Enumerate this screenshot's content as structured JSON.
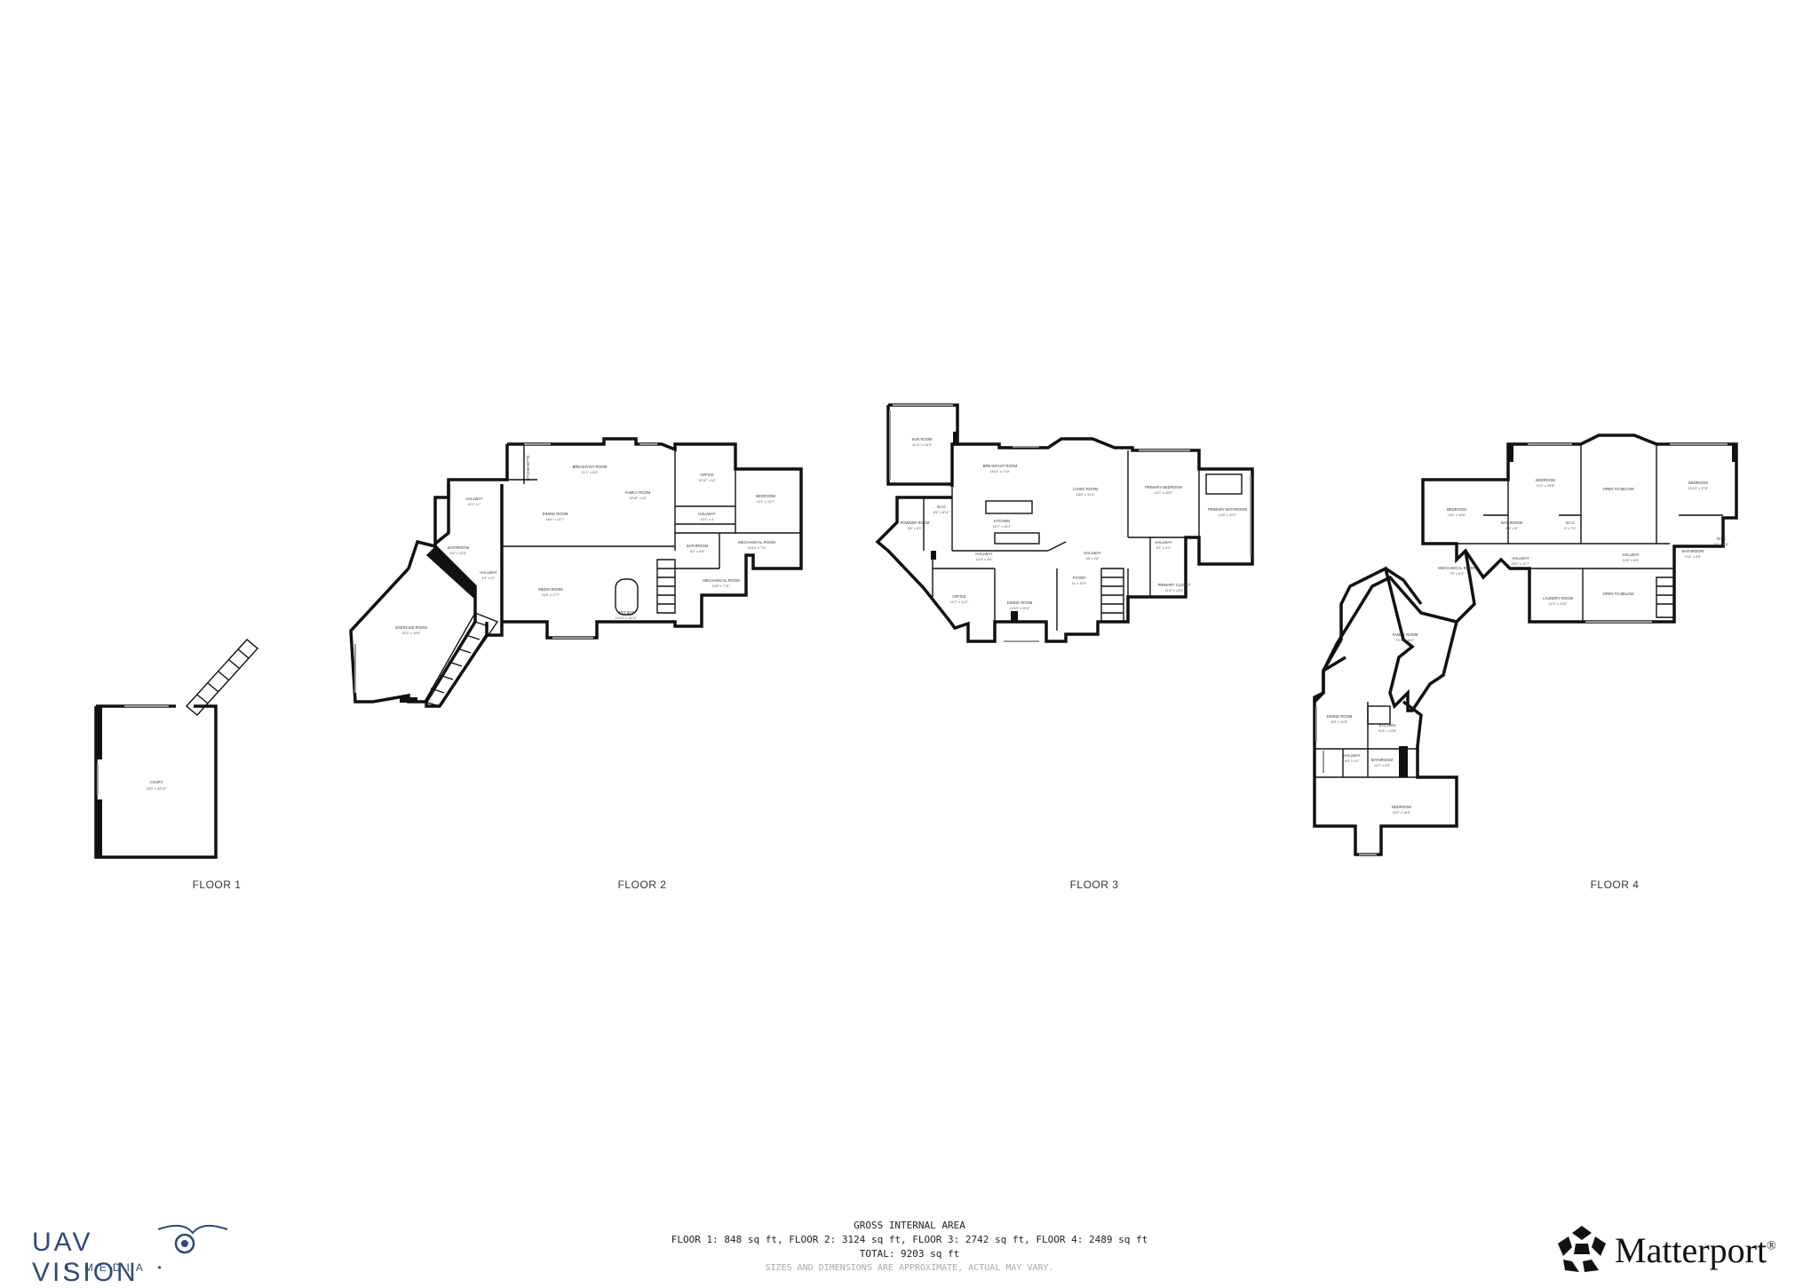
{
  "floors": [
    {
      "label": "FLOOR 1"
    },
    {
      "label": "FLOOR 2"
    },
    {
      "label": "FLOOR 3"
    },
    {
      "label": "FLOOR 4"
    }
  ],
  "rooms": {
    "f1_court": {
      "name": "COURT",
      "dim": "33'3\" x 33'10\""
    },
    "f2_breakfast": {
      "name": "BREAKFAST ROOM",
      "dim": "11'1\" x 8'0\""
    },
    "f2_family": {
      "name": "FAMILY ROOM",
      "dim": "19'10\" x 20'"
    },
    "f2_office": {
      "name": "OFFICE",
      "dim": "10'10\" x 12'"
    },
    "f2_bedroom": {
      "name": "BEDROOM",
      "dim": "12'1\" x 13'7\""
    },
    "f2_dining": {
      "name": "DINING ROOM",
      "dim": "16'4\" x 13'7\""
    },
    "f2_kitchenette": {
      "name": "KITCHENETTE",
      "dim": "9'2\" x 4'"
    },
    "f2_hallway1": {
      "name": "HALLWAY",
      "dim": "10'1\" x 7'"
    },
    "f2_bathroom1": {
      "name": "BATHROOM",
      "dim": "8'4\" x 12'0\""
    },
    "f2_hallway2": {
      "name": "HALLWAY",
      "dim": "4'4\" x 27'"
    },
    "f2_exercise": {
      "name": "EXERCISE ROOM",
      "dim": "32'2\" x 19'6\""
    },
    "f2_media": {
      "name": "MEDIA ROOM",
      "dim": "24'8\" x 17'7\""
    },
    "f2_wetbar": {
      "name": "WET BAR",
      "dim": "16'10\" x 13'11\""
    },
    "f2_hallway3": {
      "name": "HALLWAY",
      "dim": "13'3\" x 4'"
    },
    "f2_bathroom2": {
      "name": "BATHROOM",
      "dim": "8'3\" x 5'6\""
    },
    "f2_mech1": {
      "name": "MECHANICAL ROOM",
      "dim": "16'10\" x 7'6\""
    },
    "f2_mech2": {
      "name": "MECHANICAL ROOM",
      "dim": "10'6\" x 7'11\""
    },
    "f3_sun": {
      "name": "SUN ROOM",
      "dim": "11'11\" x 16'3\""
    },
    "f3_breakfast": {
      "name": "BREAKFAST ROOM",
      "dim": "16'11\" x 7'10\""
    },
    "f3_living": {
      "name": "LIVING ROOM",
      "dim": "18'6\" x 31'3\""
    },
    "f3_kitchen": {
      "name": "KITCHEN",
      "dim": "20'7\" x 13'1\""
    },
    "f3_wic": {
      "name": "W.I.C",
      "dim": "8'6\" x 8'11\""
    },
    "f3_powder": {
      "name": "POWDER ROOM",
      "dim": "5'6\" x 8'2\""
    },
    "f3_primary_bed": {
      "name": "PRIMARY BEDROOM",
      "dim": "13'7\" x 16'9\""
    },
    "f3_primary_bath": {
      "name": "PRIMARY BATHROOM",
      "dim": "12'6\" x 10'0\""
    },
    "f3_hallway1": {
      "name": "HALLWAY",
      "dim": "18' x 4'8\""
    },
    "f3_hallway2": {
      "name": "HALLWAY",
      "dim": "14'4\" x 5'8\""
    },
    "f3_hallway3": {
      "name": "HALLWAY",
      "dim": "8'1\" x 4'1\""
    },
    "f3_office": {
      "name": "OFFICE",
      "dim": "10'7\" x 11'1\""
    },
    "f3_dining": {
      "name": "DINING ROOM",
      "dim": "13'10\" x 19'4\""
    },
    "f3_foyer": {
      "name": "FOYER",
      "dim": "11' x 12'0\""
    },
    "f3_primary_closet": {
      "name": "PRIMARY CLOSET",
      "dim": "11'8\" x 13'8\""
    },
    "f4_bedroom1": {
      "name": "BEDROOM",
      "dim": "13'2\" x 19'6\""
    },
    "f4_open1": {
      "name": "OPEN TO BELOW",
      "dim": ""
    },
    "f4_bedroom2": {
      "name": "BEDROOM",
      "dim": "15'10\" x 17'8\""
    },
    "f4_bedroom3": {
      "name": "BEDROOM",
      "dim": "13'2\" x 13'8\""
    },
    "f4_bathroom1": {
      "name": "BATHROOM",
      "dim": "8'5\" x 8'"
    },
    "f4_wic1": {
      "name": "W.I.C",
      "dim": "5' x 7'4\""
    },
    "f4_bathroom2": {
      "name": "BATHROOM",
      "dim": "9'11\" x 6'6\""
    },
    "f4_wic2": {
      "name": "W.I.C",
      "dim": "6'4\" x 8'8\""
    },
    "f4_hallway1": {
      "name": "HALLWAY",
      "dim": "26'9\" x 12'7\""
    },
    "f4_hallway2": {
      "name": "HALLWAY",
      "dim": "19'6\" x 6'5\""
    },
    "f4_mech": {
      "name": "MECHANICAL ROOM",
      "dim": "7'5\" x 6'3\""
    },
    "f4_laundry": {
      "name": "LAUNDRY ROOM",
      "dim": "11'8\" x 12'8\""
    },
    "f4_open2": {
      "name": "OPEN TO BELOW",
      "dim": ""
    },
    "f4_family": {
      "name": "FAMILY ROOM",
      "dim": "23'2\" x 32'2\""
    },
    "f4_dining": {
      "name": "DINING ROOM",
      "dim": "8'6\" x 11'8\""
    },
    "f4_kitchen": {
      "name": "KITCHEN",
      "dim": "11'8\" x 13'8\""
    },
    "f4_bathroom3": {
      "name": "BATHROOM",
      "dim": "11'0\" x 5'5\""
    },
    "f4_hallway3": {
      "name": "HALLWAY",
      "dim": "9'5\" x 4'0\""
    },
    "f4_bedroom4": {
      "name": "BEDROOM",
      "dim": "24'2\" x 16'9\""
    }
  },
  "summary": {
    "heading": "GROSS INTERNAL AREA",
    "breakdown": "FLOOR 1: 848 sq ft, FLOOR 2: 3124 sq ft, FLOOR 3: 2742 sq ft, FLOOR 4: 2489 sq ft",
    "total": "TOTAL: 9203 sq ft",
    "disclaimer": "SIZES AND DIMENSIONS ARE APPROXIMATE, ACTUAL MAY VARY."
  },
  "brand_left": {
    "name": "UAV VISION",
    "sub": "• MEDIA •",
    "color": "#2f4a78"
  },
  "brand_right": {
    "name": "Matterport",
    "mark": "®",
    "icon": "matterport-logo-icon"
  }
}
